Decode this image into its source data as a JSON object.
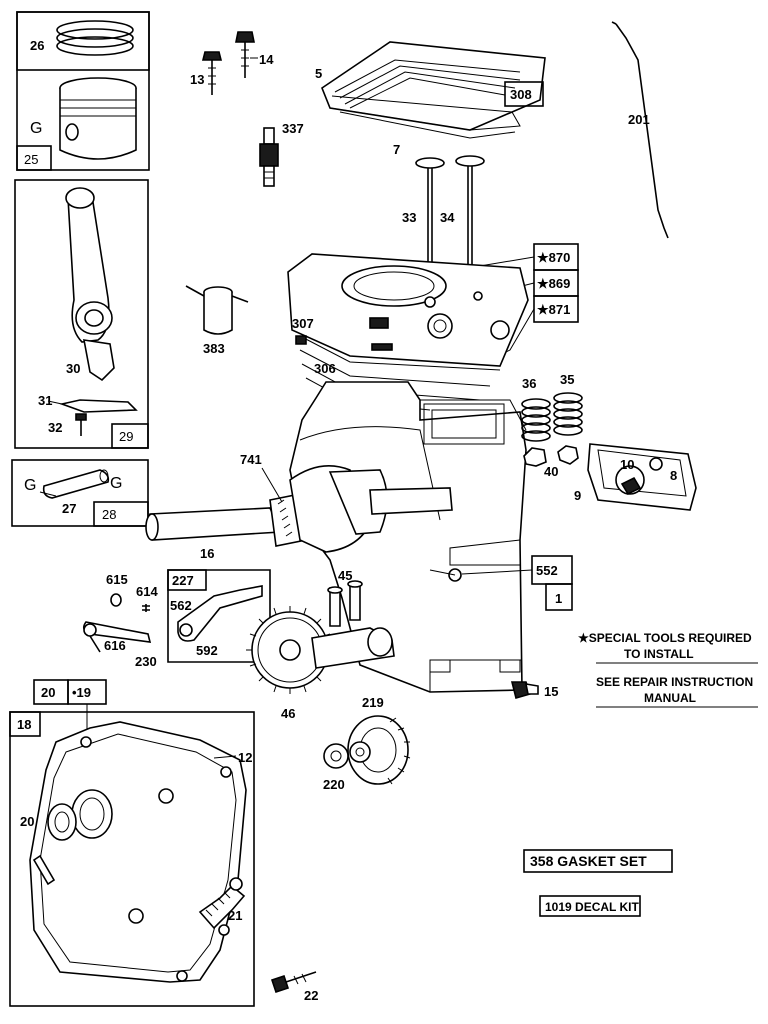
{
  "parts": {
    "p26": "26",
    "g_piston": "G",
    "p25": "25",
    "p13": "13",
    "p14": "14",
    "p5": "5",
    "p308": "308",
    "p7": "7",
    "p337": "337",
    "p201": "201",
    "p30": "30",
    "p31": "31",
    "p32": "32",
    "p29": "29",
    "p33": "33",
    "p34": "34",
    "p870": "★870",
    "p869": "★869",
    "p871": "★871",
    "p307": "307",
    "p383": "383",
    "p306": "306",
    "p36": "36",
    "p35": "35",
    "p40": "40",
    "p10": "10",
    "p8": "8",
    "p9": "9",
    "g_pin_left": "G",
    "g_pin_right": "G",
    "p27": "27",
    "p28": "28",
    "p741": "741",
    "p16": "16",
    "p552": "552",
    "p1": "1",
    "p615": "615",
    "p614": "614",
    "p227": "227",
    "p562": "562",
    "p616": "616",
    "p592": "592",
    "p230": "230",
    "p45": "45",
    "p46": "46",
    "p20_box": "20",
    "p19": "•19",
    "p18": "18",
    "p12": "12",
    "p20": "20",
    "p21": "21",
    "p22": "22",
    "p219": "219",
    "p220": "220",
    "p15": "15"
  },
  "notes": {
    "special_tools_line1": "★SPECIAL TOOLS REQUIRED",
    "special_tools_line2": "TO INSTALL",
    "repair_manual_line1": "SEE REPAIR INSTRUCTION",
    "repair_manual_line2": "MANUAL"
  },
  "kits": {
    "gasket_set": "358 GASKET SET",
    "decal_kit": "1019 DECAL KIT"
  }
}
